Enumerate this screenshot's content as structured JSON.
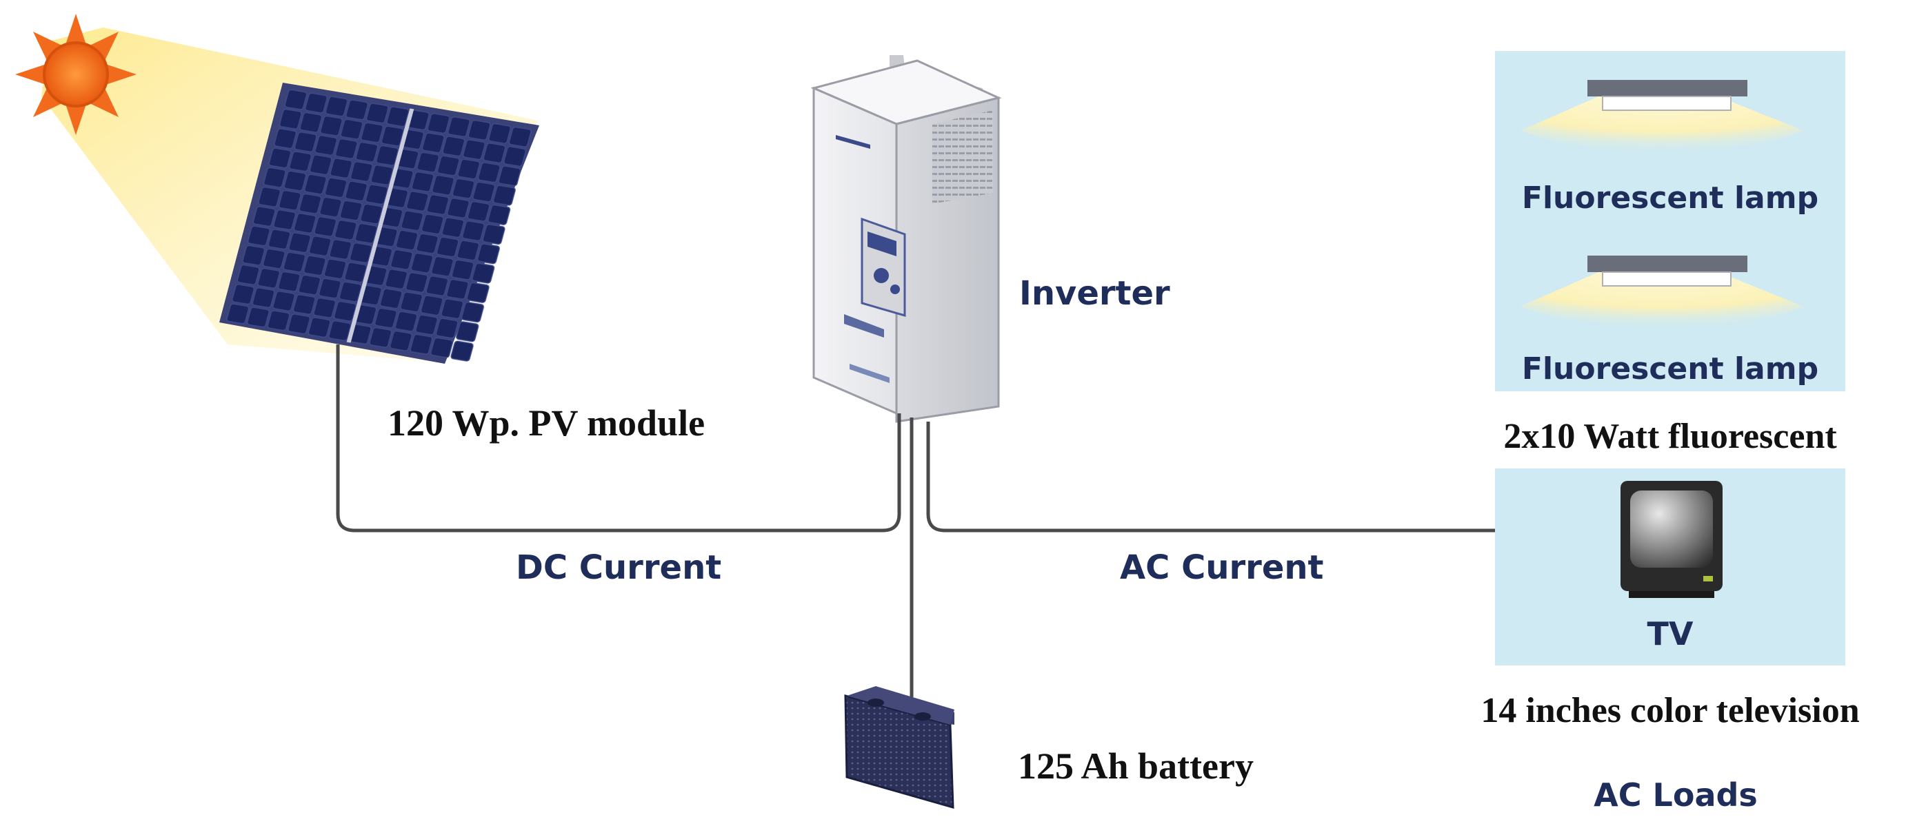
{
  "labels": {
    "pv_module": "120 Wp. PV module",
    "inverter": "Inverter",
    "dc_current": "DC Current",
    "ac_current": "AC Current",
    "battery": "125 Ah battery",
    "lamp_1": "Fluorescent lamp",
    "lamp_2": "Fluorescent lamp",
    "lamps_caption": "2x10 Watt fluorescent",
    "tv": "TV",
    "tv_caption": "14 inches color television",
    "ac_loads": "AC Loads"
  },
  "icons": {
    "sun": "sun-icon",
    "pv_panel": "solar-panel-icon",
    "inverter": "inverter-box-icon",
    "battery": "battery-icon",
    "lamp": "fluorescent-lamp-icon",
    "tv": "television-icon"
  },
  "colors": {
    "sun": "#f26a1b",
    "sunbeam": "#fde98a",
    "panel": "#1a2456",
    "label_sans": "#1f2d5a",
    "label_serif": "#111111",
    "wire": "#4a4a4a",
    "load_box": "#cfeaf3",
    "battery": "#2a3058"
  }
}
